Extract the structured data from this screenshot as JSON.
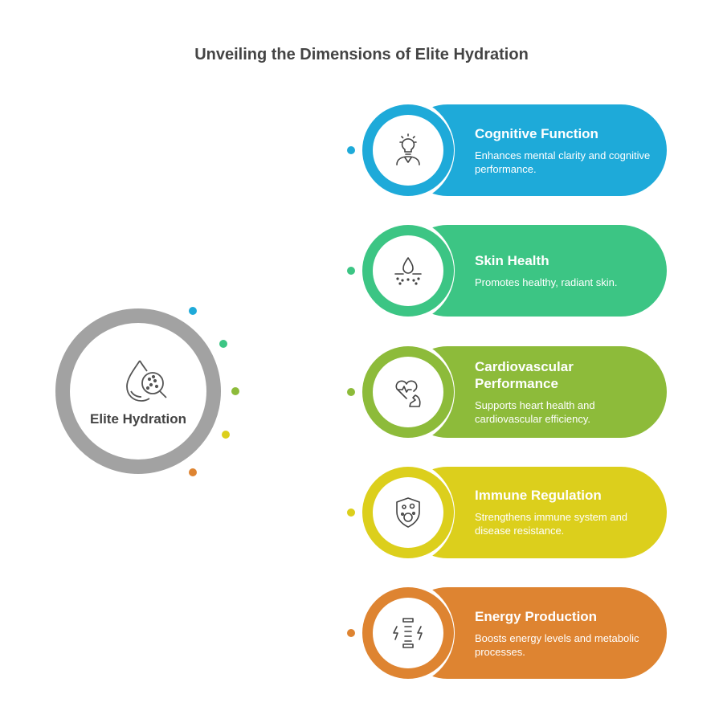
{
  "title": "Unveiling the Dimensions of Elite Hydration",
  "hub": {
    "label": "Elite Hydration",
    "icon": "water-drop-magnifier-icon",
    "ring_color": "#a2a2a2"
  },
  "items": [
    {
      "title": "Cognitive Function",
      "desc": "Enhances mental clarity and cognitive performance.",
      "color": "#1eaad9",
      "icon": "lightbulb-head-icon"
    },
    {
      "title": "Skin Health",
      "desc": "Promotes healthy, radiant skin.",
      "color": "#3cc584",
      "icon": "skin-drop-icon"
    },
    {
      "title": "Cardiovascular Performance",
      "desc": "Supports heart health and cardiovascular efficiency.",
      "color": "#8dbb3a",
      "icon": "heart-muscle-icon"
    },
    {
      "title": "Immune Regulation",
      "desc": "Strengthens immune system and disease resistance.",
      "color": "#dccf1c",
      "icon": "shield-cells-icon"
    },
    {
      "title": "Energy Production",
      "desc": "Boosts energy levels and metabolic processes.",
      "color": "#de8431",
      "icon": "energy-battery-icon"
    }
  ]
}
